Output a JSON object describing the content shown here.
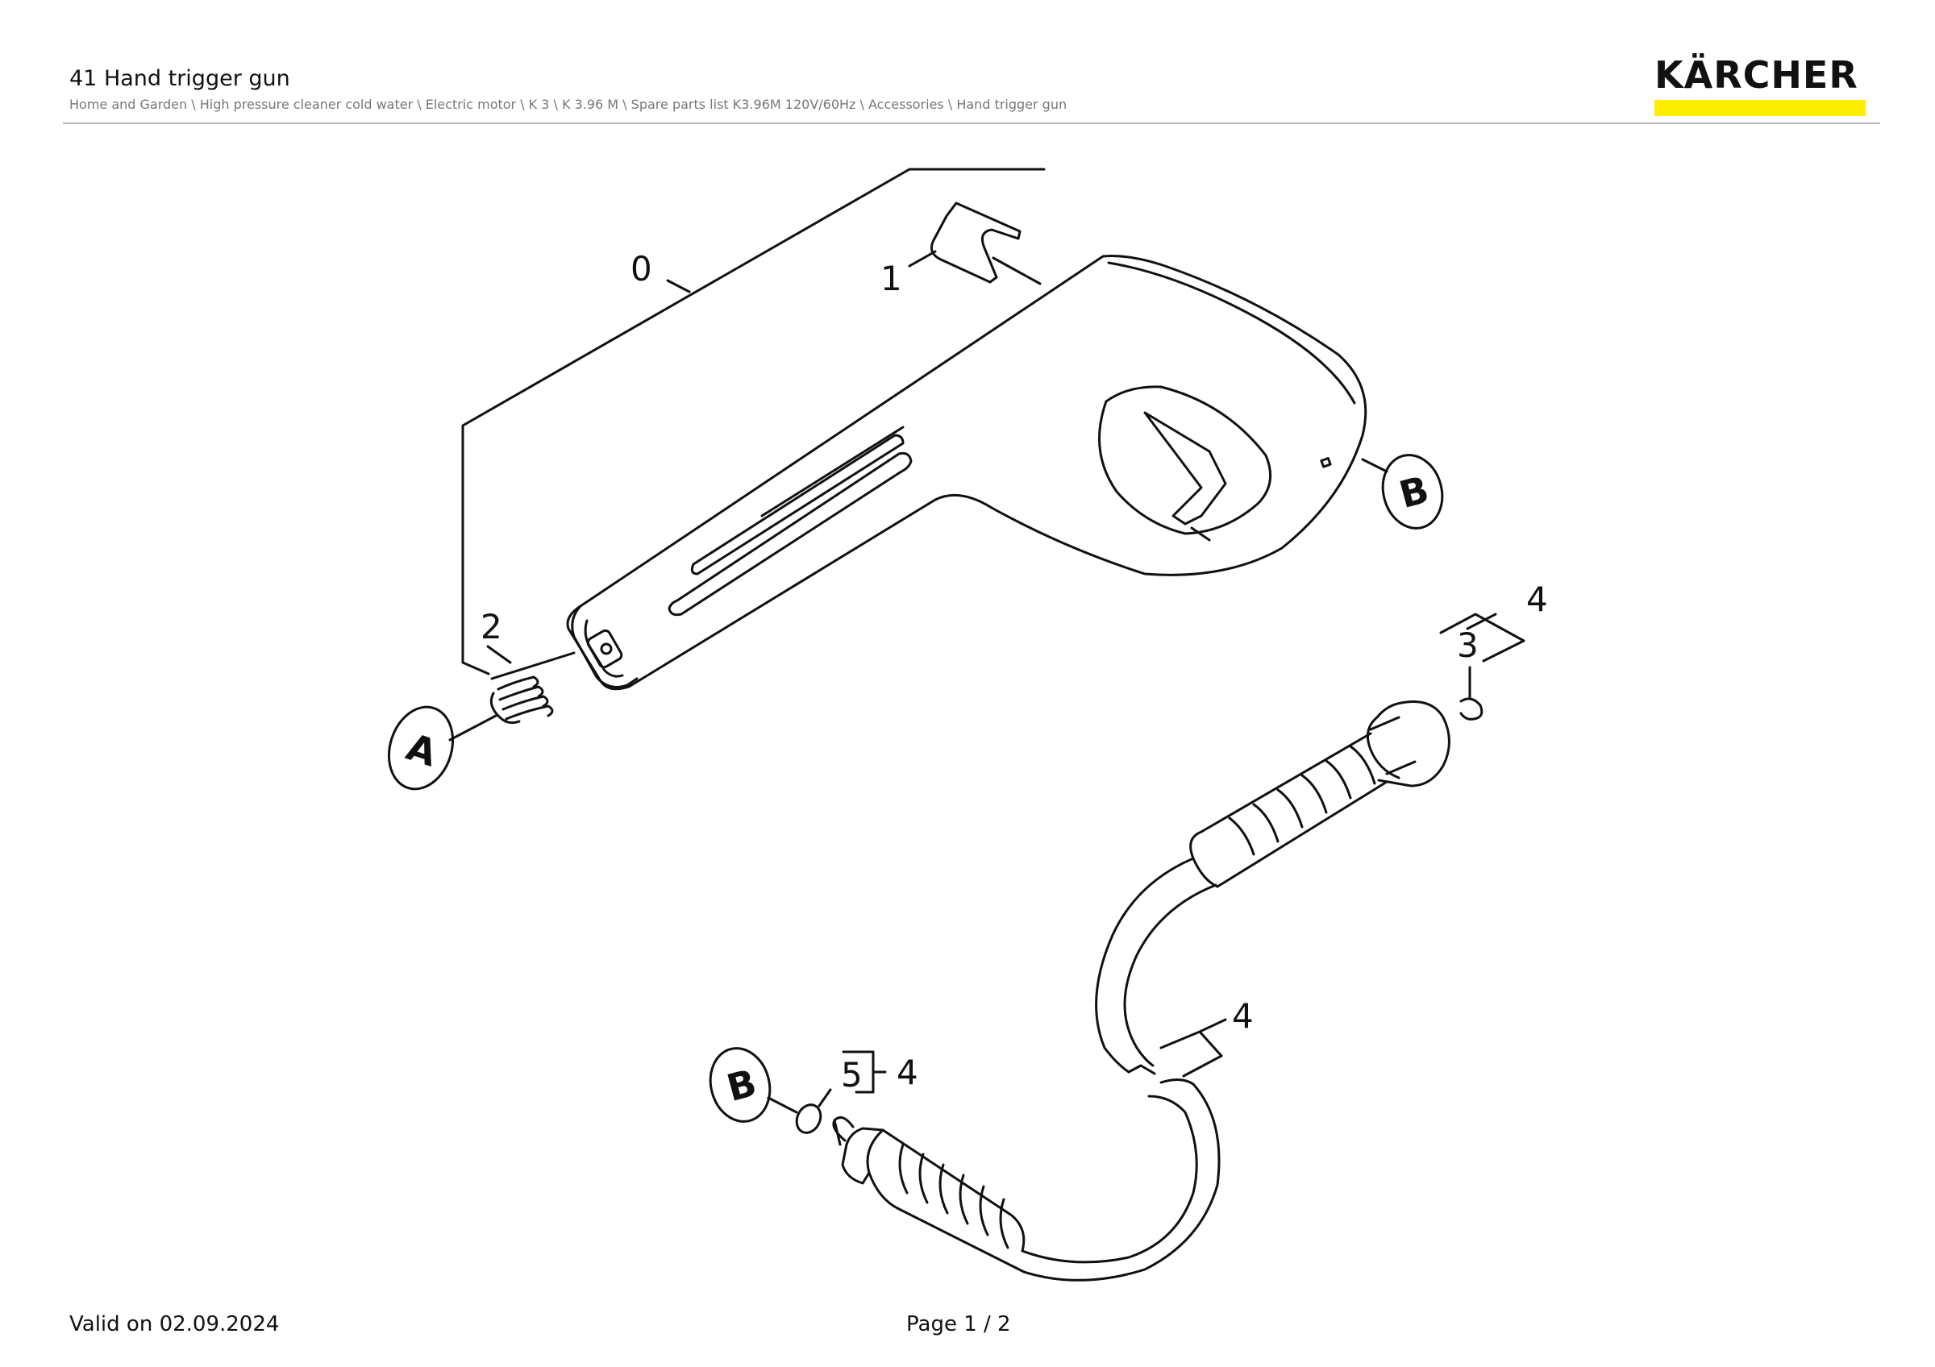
{
  "header": {
    "title": "41 Hand trigger gun",
    "breadcrumb": "Home and Garden \\ High pressure cleaner cold water \\ Electric motor \\ K 3 \\ K 3.96 M \\ Spare parts list K3.96M 120V/60Hz \\ Accessories \\ Hand trigger gun",
    "logo": "KÄRCHER",
    "brand_color": "#ffed00"
  },
  "drawing": {
    "labels": {
      "part_0": "0",
      "part_1": "1",
      "part_2": "2",
      "part_3": "3",
      "part_3_group": "4",
      "part_4": "4",
      "part_5": "5",
      "part_5_group": "4"
    },
    "refs": {
      "ref_a": "A",
      "ref_b_top": "B",
      "ref_b_bottom": "B"
    }
  },
  "footer": {
    "valid": "Valid on 02.09.2024",
    "page": "Page 1 / 2"
  }
}
